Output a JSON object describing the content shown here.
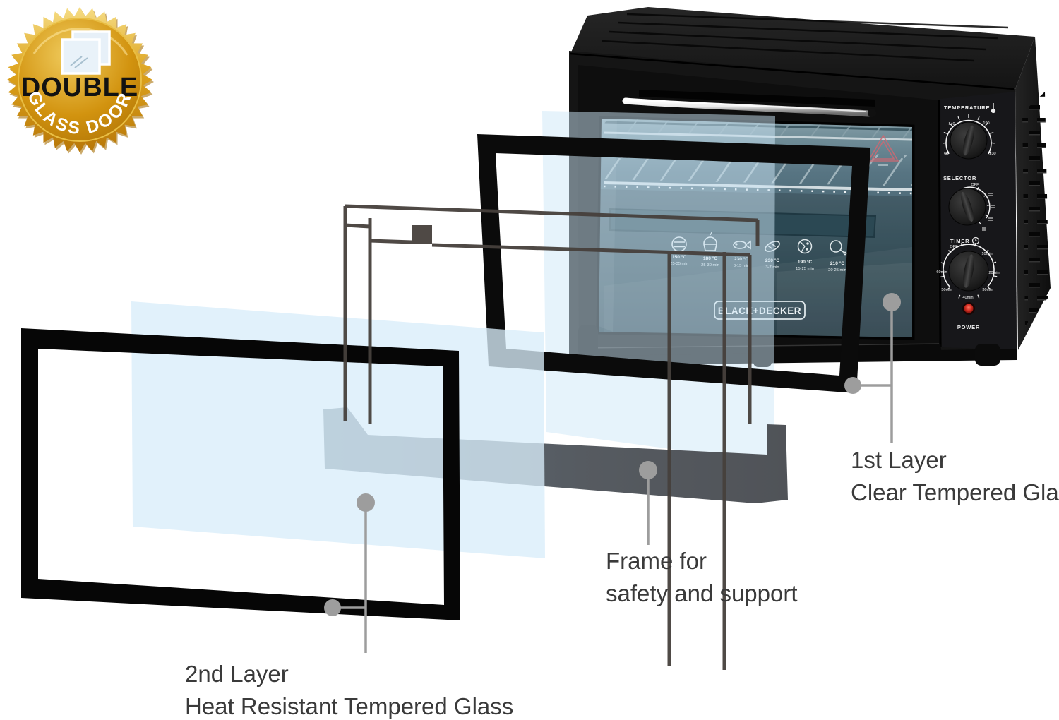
{
  "badge": {
    "title": "DOUBLE",
    "subtitle": "GLASS DOOR",
    "icon": "double-glass-panes-icon"
  },
  "oven": {
    "brand": "BLACK+DECKER",
    "controls": {
      "temperature_label": "TEMPERATURE",
      "temperature_ticks": [
        "90",
        "140",
        "190",
        "230"
      ],
      "selector_label": "SELECTOR",
      "selector_off": "OFF",
      "timer_label": "TIMER",
      "timer_ticks": [
        "OFF",
        "10min",
        "20min",
        "30min",
        "40min",
        "50min",
        "60min"
      ],
      "power_label": "POWER"
    },
    "food_guide": [
      {
        "name": "burger",
        "temp": "150 °C",
        "time": "25-35 min"
      },
      {
        "name": "cupcake",
        "temp": "180 °C",
        "time": "25-30 min"
      },
      {
        "name": "fish",
        "temp": "230 °C",
        "time": "8-15 min"
      },
      {
        "name": "bread",
        "temp": "230 °C",
        "time": "3-7 min"
      },
      {
        "name": "pizza",
        "temp": "190 °C",
        "time": "15-25 min"
      },
      {
        "name": "chicken",
        "temp": "210 °C",
        "time": "20-25 min"
      }
    ]
  },
  "callouts": {
    "first_layer": {
      "line1": "1st Layer",
      "line2": "Clear Tempered Glass"
    },
    "support_frame": {
      "line1": "Frame for",
      "line2": "safety and support"
    },
    "second_layer": {
      "line1": "2nd Layer",
      "line2": "Heat Resistant Tempered Glass"
    }
  },
  "colors": {
    "badge_gold": "#d9980f",
    "glass_blue": "#d8edfa",
    "frame_black": "#0b0b0b",
    "support_gray": "#55585d",
    "callout_gray": "#9d9d9d",
    "power_red": "#cf2b20"
  }
}
